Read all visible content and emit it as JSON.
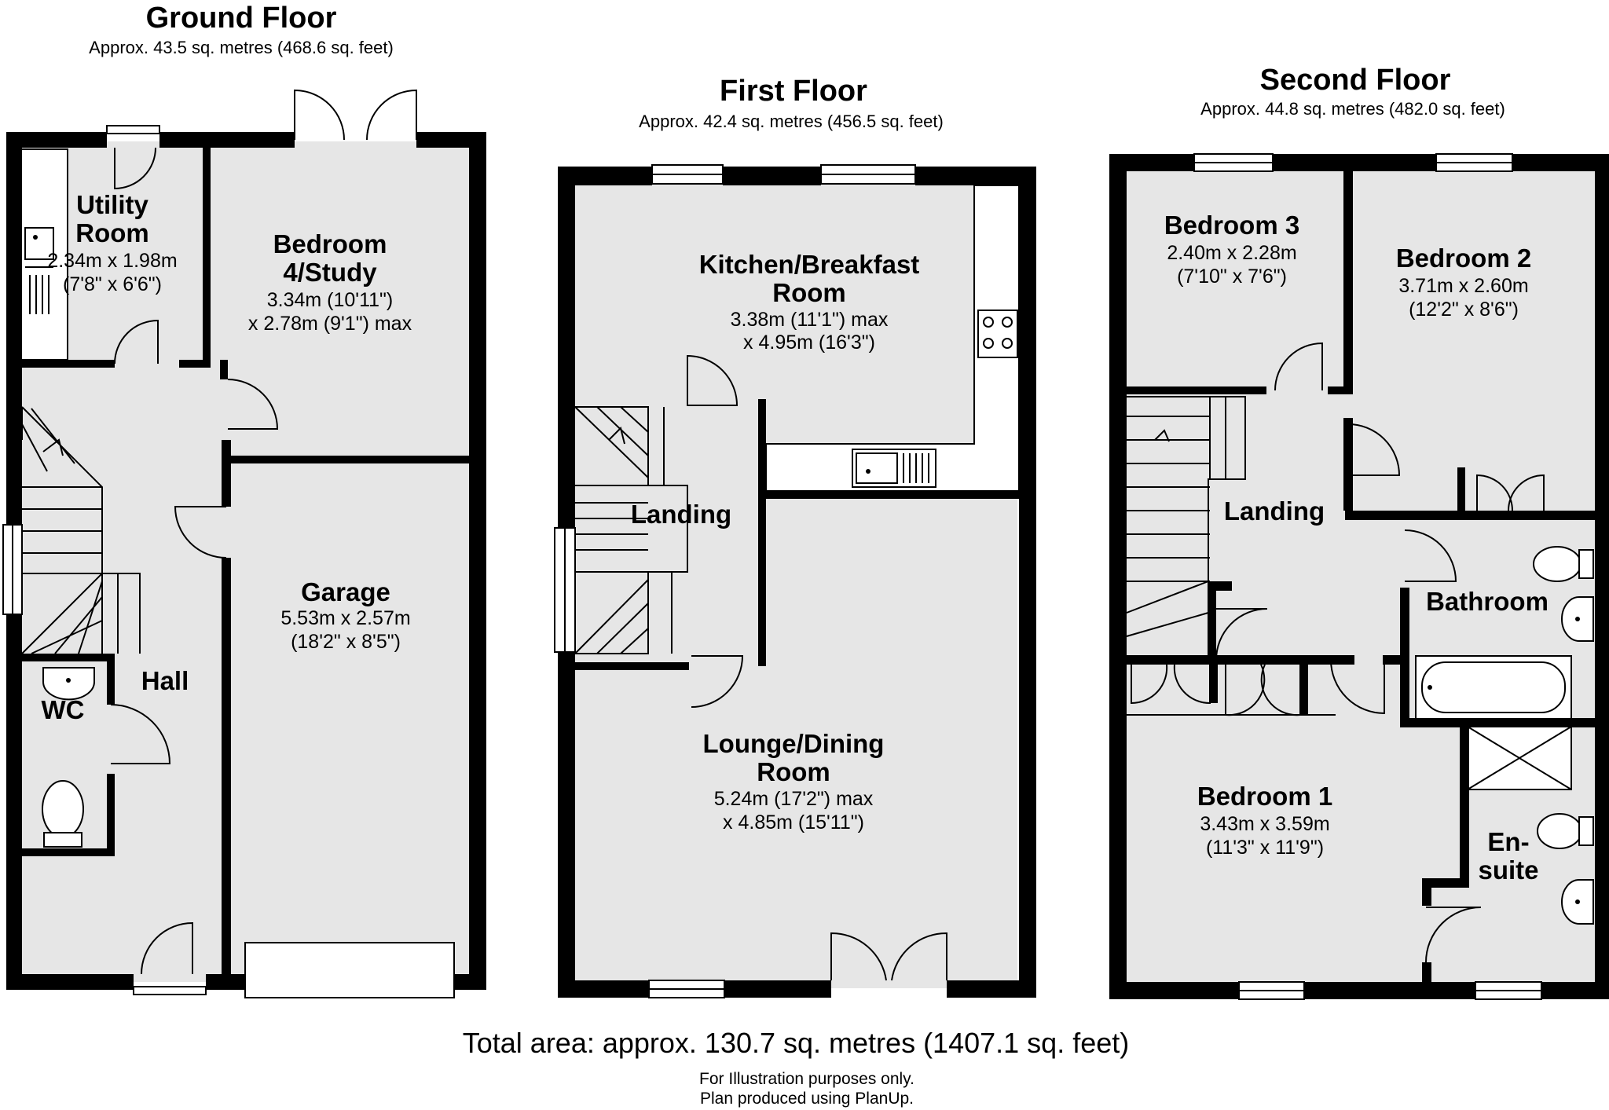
{
  "floors": {
    "ground": {
      "title": "Ground Floor",
      "area": "Approx. 43.5 sq. metres (468.6 sq. feet)",
      "rooms": {
        "utility": {
          "name1": "Utility",
          "name2": "Room",
          "dim1": "2.34m x 1.98m",
          "dim2": "(7'8\" x 6'6\")"
        },
        "bedroom4": {
          "name1": "Bedroom",
          "name2": "4/Study",
          "dim1": "3.34m (10'11\")",
          "dim2": "x 2.78m (9'1\") max"
        },
        "garage": {
          "name": "Garage",
          "dim1": "5.53m x 2.57m",
          "dim2": "(18'2\" x 8'5\")"
        },
        "hall": {
          "name": "Hall"
        },
        "wc": {
          "name": "WC"
        }
      }
    },
    "first": {
      "title": "First Floor",
      "area": "Approx. 42.4 sq. metres (456.5 sq. feet)",
      "rooms": {
        "kitchen": {
          "name1": "Kitchen/Breakfast",
          "name2": "Room",
          "dim1": "3.38m (11'1\") max",
          "dim2": "x 4.95m (16'3\")"
        },
        "landing": {
          "name": "Landing"
        },
        "lounge": {
          "name1": "Lounge/Dining",
          "name2": "Room",
          "dim1": "5.24m (17'2\") max",
          "dim2": "x 4.85m (15'11\")"
        }
      }
    },
    "second": {
      "title": "Second Floor",
      "area": "Approx. 44.8 sq. metres (482.0 sq. feet)",
      "rooms": {
        "bedroom3": {
          "name": "Bedroom 3",
          "dim1": "2.40m x 2.28m",
          "dim2": "(7'10\" x 7'6\")"
        },
        "bedroom2": {
          "name": "Bedroom 2",
          "dim1": "3.71m x 2.60m",
          "dim2": "(12'2\" x 8'6\")"
        },
        "landing": {
          "name": "Landing"
        },
        "bathroom": {
          "name": "Bathroom"
        },
        "bedroom1": {
          "name": "Bedroom 1",
          "dim1": "3.43m x 3.59m",
          "dim2": "(11'3\" x 11'9\")"
        },
        "ensuite": {
          "name1": "En-",
          "name2": "suite"
        }
      }
    }
  },
  "total_area": "Total area: approx. 130.7 sq. metres (1407.1 sq. feet)",
  "footer": {
    "line1": "For Illustration purposes only.",
    "line2": "Plan produced using PlanUp."
  }
}
